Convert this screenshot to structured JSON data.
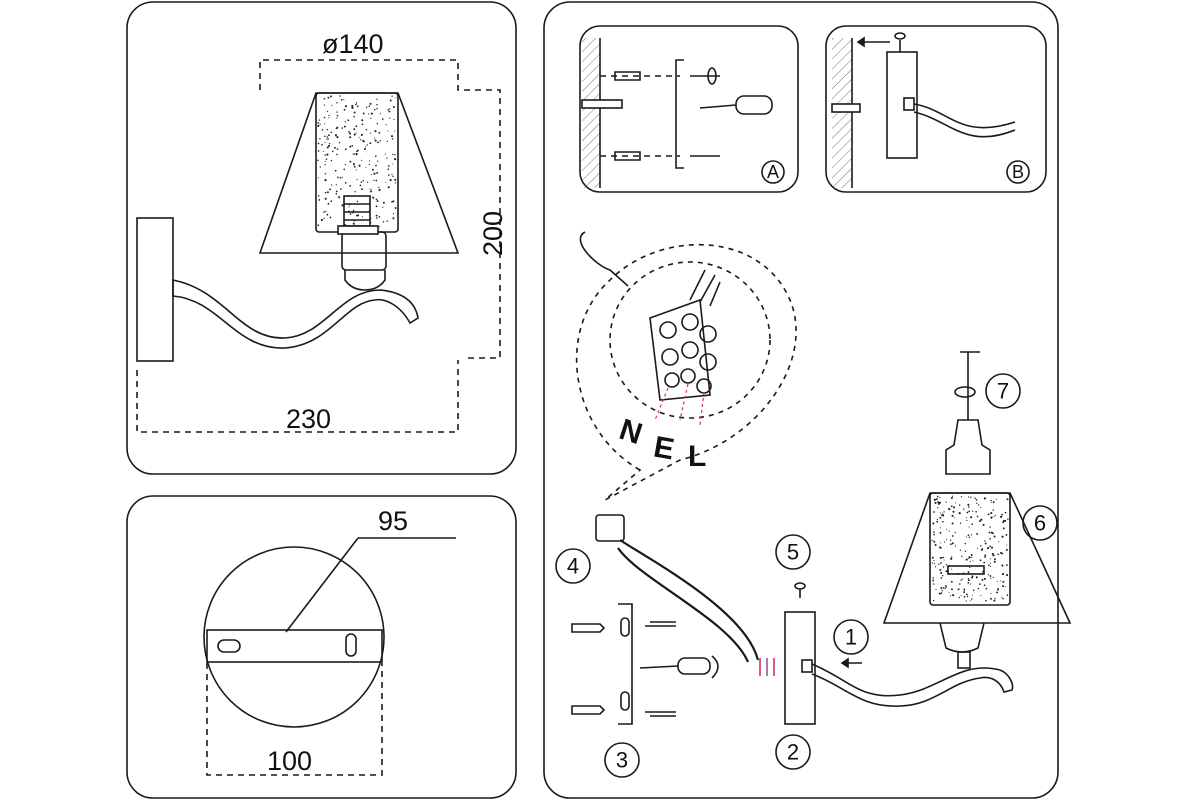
{
  "colors": {
    "line": "#1a1a1a",
    "background": "#ffffff",
    "wire_accent": "#d0306a",
    "texture": "#222222"
  },
  "dimensions": {
    "shade_diameter": "ø140",
    "height": "200",
    "length": "230",
    "plate_depth": "95",
    "plate_diameter": "100"
  },
  "wiring_labels": {
    "neutral": "N",
    "earth": "E",
    "live": "L"
  },
  "detail_markers": {
    "a": "A",
    "b": "B"
  },
  "step_numbers": [
    "1",
    "2",
    "3",
    "4",
    "5",
    "6",
    "7"
  ],
  "icons": [
    "screwdriver-icon",
    "screw-icon",
    "wall-anchor-icon",
    "terminal-block-icon",
    "rotate-arrow-icon",
    "light-bulb-icon"
  ]
}
